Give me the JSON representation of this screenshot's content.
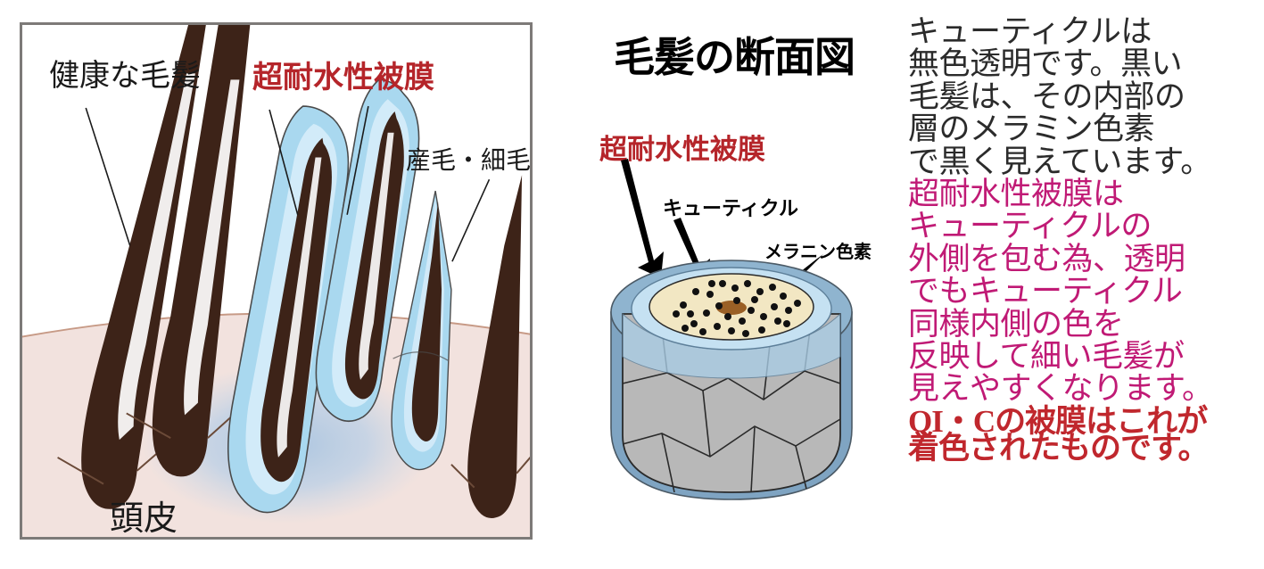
{
  "left_panel": {
    "name": "hair-follicle-cross-section-illustration",
    "labels": {
      "healthy_hair": "健康な毛髪",
      "coating": "超耐水性被膜",
      "fine_hair": "産毛・細毛",
      "scalp": "頭皮"
    },
    "colors": {
      "hair": "#3d2318",
      "coating": "#a9d8ef",
      "scalp": "#f2e2de",
      "glow": "#b9cfe6",
      "border": "#7d7a78"
    }
  },
  "middle_panel": {
    "title": "毛髪の断面図",
    "labels": {
      "coating": "超耐水性被膜",
      "cuticle": "キューティクル",
      "melanin": "メラニン色素"
    },
    "colors": {
      "coating_outer": "#8fb4cf",
      "cuticle_ring": "#c5e1f2",
      "cortex": "#f2e7c3",
      "melanin_dot": "#111111",
      "medulla": "#9a6026",
      "cortex_body": "#b8b8b8"
    }
  },
  "right_text": {
    "paragraph_black": [
      "キューティクルは",
      "無色透明です。黒い",
      "毛髪は、その内部の",
      "層のメラミン色素",
      "で黒く見えています。"
    ],
    "paragraph_magenta": [
      "超耐水性被膜は",
      "キューティクルの",
      "外側を包む為、透明",
      "でもキューティクル",
      "同様内側の色を",
      "反映して細い毛髪が",
      "見えやすくなります。"
    ],
    "paragraph_red": [
      "QI・Cの被膜はこれが",
      "着色されたものです。"
    ],
    "colors": {
      "black": "#2b2b2b",
      "magenta": "#c01a75",
      "red": "#c0272d"
    }
  }
}
